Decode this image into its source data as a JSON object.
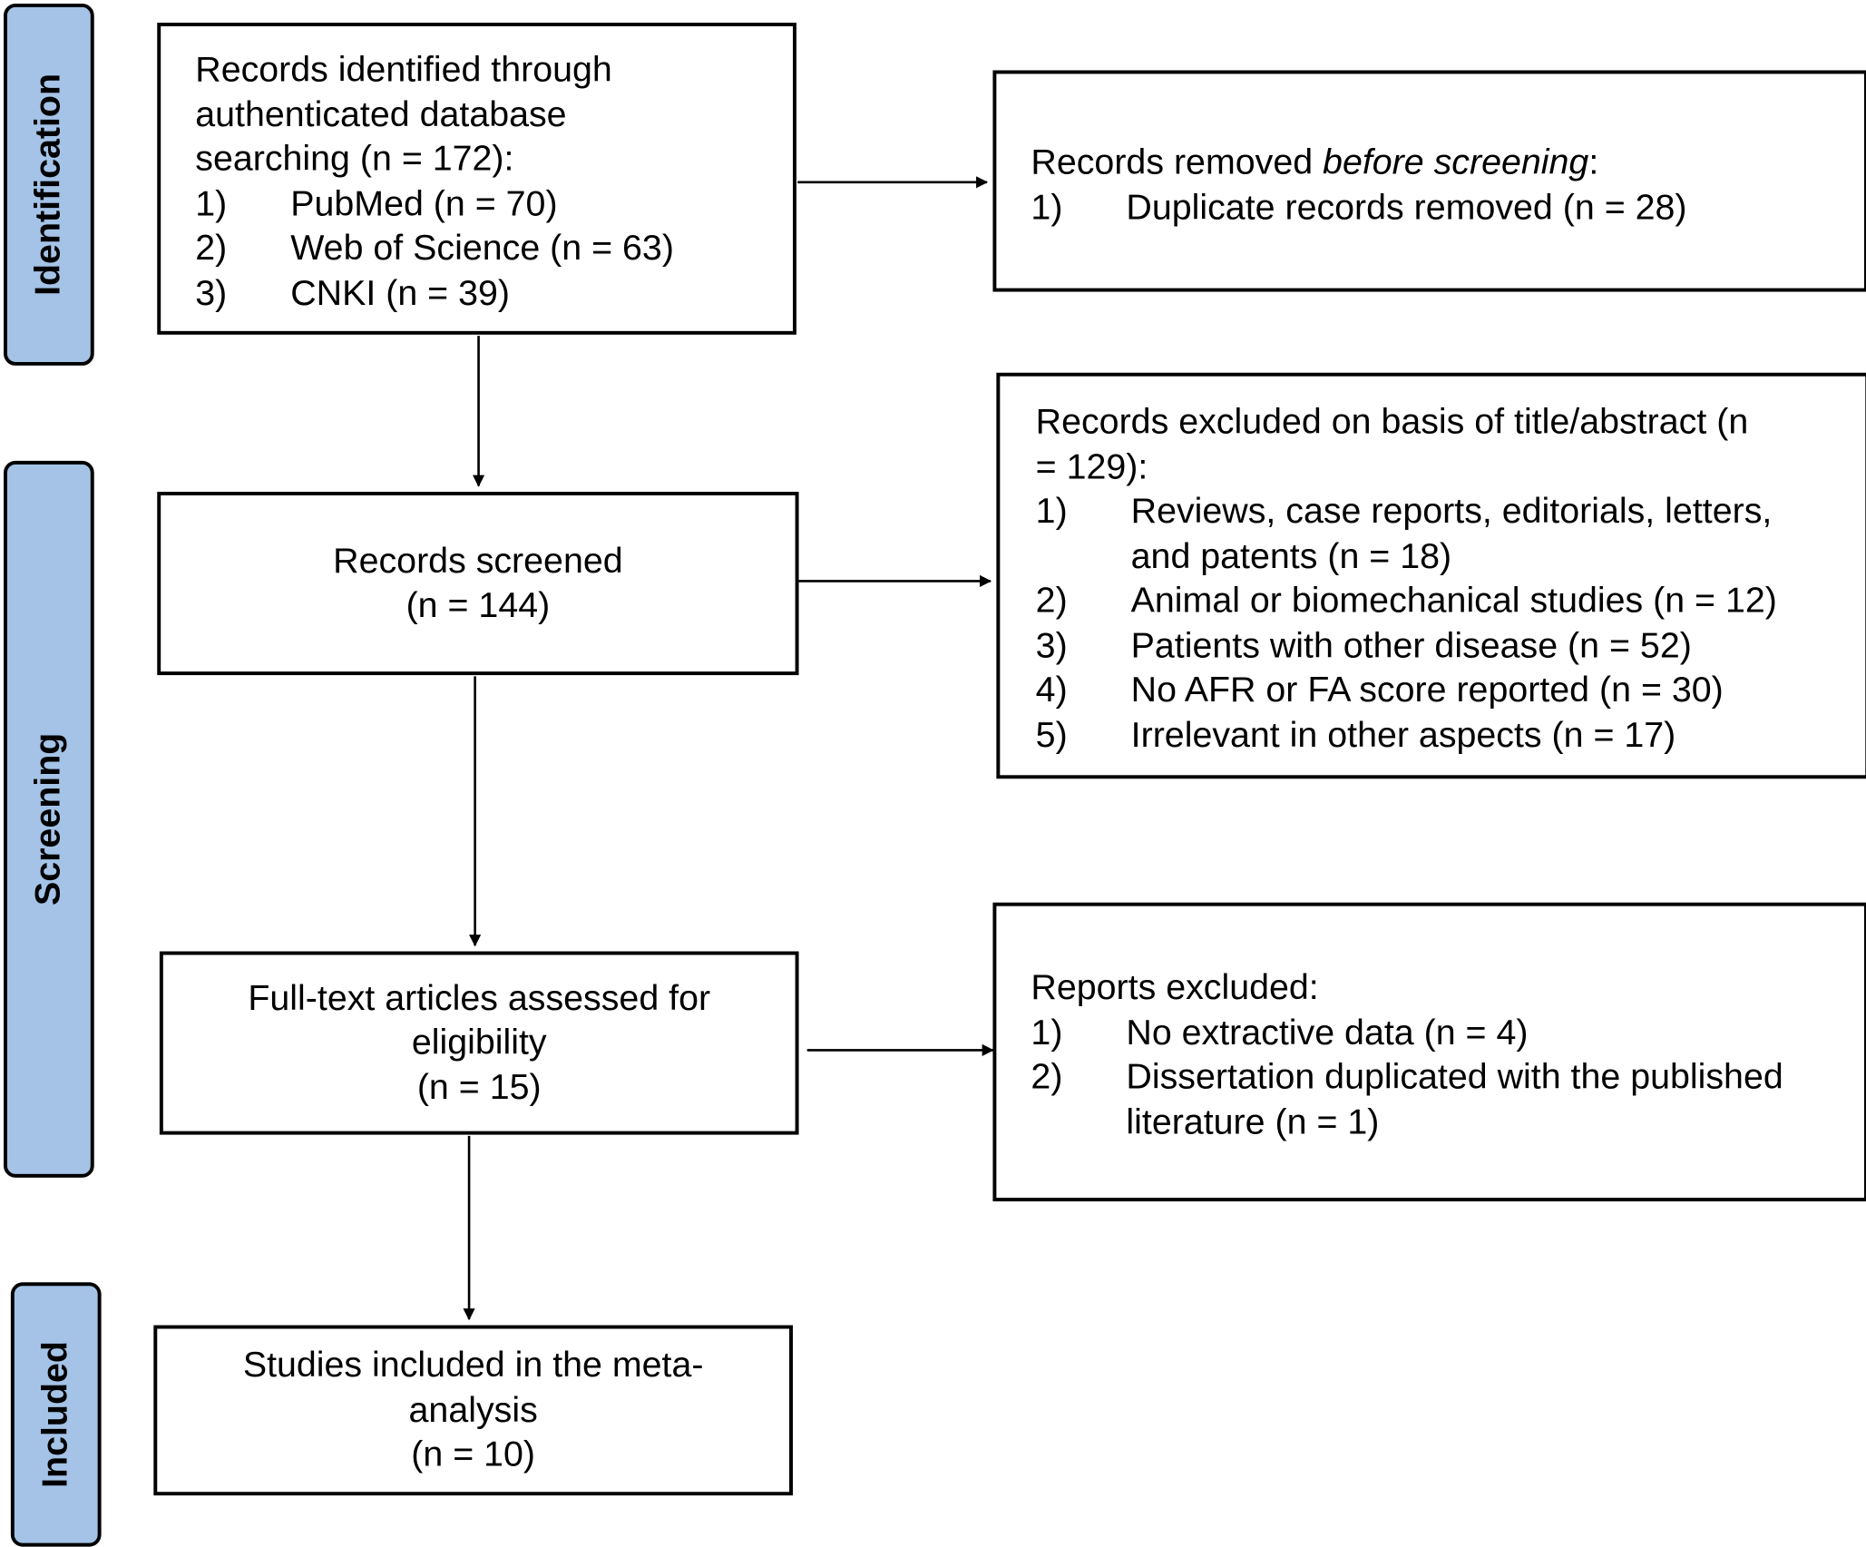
{
  "phases": [
    "Identification",
    "Screening",
    "Included"
  ],
  "identification": {
    "intro": [
      "Records identified through",
      "authenticated database",
      "searching (n = 172):"
    ],
    "items": [
      {
        "num": "1)",
        "text": "PubMed (n = 70)"
      },
      {
        "num": "2)",
        "text": "Web of Science (n = 63)"
      },
      {
        "num": "3)",
        "text": "CNKI (n = 39)"
      }
    ]
  },
  "removed": {
    "title_prefix": "Records removed ",
    "title_emphasis": "before screening",
    "title_suffix": ":",
    "items": [
      {
        "num": "1)",
        "text": "Duplicate records removed  (n = 28)"
      }
    ]
  },
  "screened": {
    "lines": [
      "Records screened",
      "(n = 144)"
    ]
  },
  "excluded_title_abstract": {
    "intro": [
      "Records excluded on basis of title/abstract (n",
      "= 129):"
    ],
    "items": [
      {
        "num": "1)",
        "lines": [
          "Reviews, case reports, editorials, letters,",
          "and  patents (n = 18)"
        ]
      },
      {
        "num": "2)",
        "lines": [
          "Animal or biomechanical studies (n = 12)"
        ]
      },
      {
        "num": "3)",
        "lines": [
          "Patients with other disease (n = 52)"
        ]
      },
      {
        "num": "4)",
        "lines": [
          "No AFR or FA score reported (n = 30)"
        ]
      },
      {
        "num": "5)",
        "lines": [
          "Irrelevant in other aspects (n = 17)"
        ]
      }
    ]
  },
  "fulltext": {
    "lines": [
      "Full-text articles assessed for",
      "eligibility",
      "(n = 15)"
    ]
  },
  "reports_excluded": {
    "title": "Reports excluded:",
    "items": [
      {
        "num": "1)",
        "lines": [
          "No extractive data (n = 4)"
        ]
      },
      {
        "num": "2)",
        "lines": [
          "Dissertation duplicated with the published",
          "literature (n = 1)"
        ]
      }
    ]
  },
  "included": {
    "lines": [
      "Studies included in the meta-",
      "analysis",
      "(n = 10)"
    ]
  }
}
